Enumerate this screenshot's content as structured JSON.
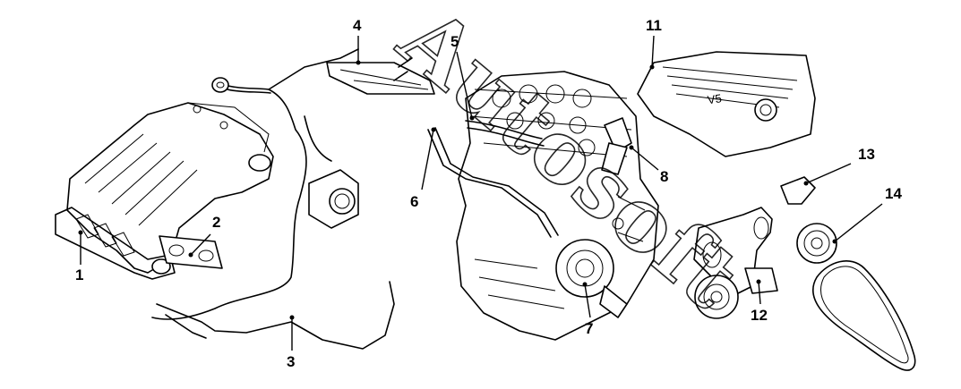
{
  "diagram": {
    "callouts": [
      {
        "id": "1",
        "label": "1"
      },
      {
        "id": "2",
        "label": "2"
      },
      {
        "id": "3",
        "label": "3"
      },
      {
        "id": "4",
        "label": "4"
      },
      {
        "id": "5",
        "label": "5"
      },
      {
        "id": "6",
        "label": "6"
      },
      {
        "id": "7",
        "label": "7"
      },
      {
        "id": "8",
        "label": "8"
      },
      {
        "id": "11",
        "label": "11"
      },
      {
        "id": "12",
        "label": "12"
      },
      {
        "id": "13",
        "label": "13"
      },
      {
        "id": "14",
        "label": "14"
      }
    ],
    "cover_text": "V5",
    "watermark_text": "Autosoft"
  }
}
